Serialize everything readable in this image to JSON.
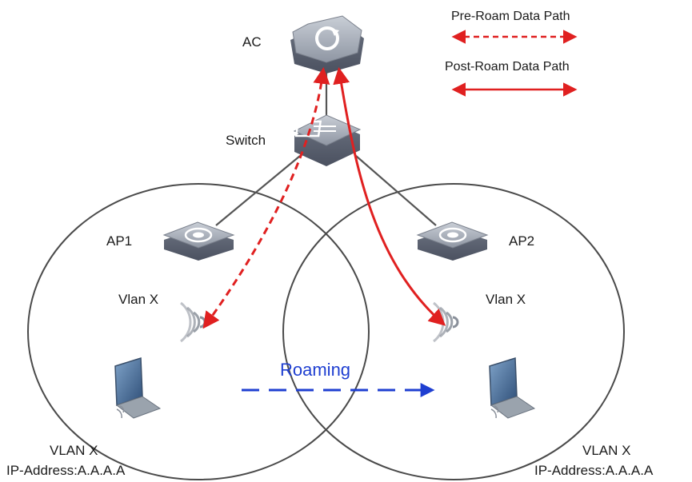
{
  "legend": {
    "pre_roam": "Pre-Roam Data Path",
    "post_roam": "Post-Roam Data Path",
    "pre_roam_color": "#e02020",
    "post_roam_color": "#e02020"
  },
  "nodes": {
    "ac": "AC",
    "switch": "Switch",
    "ap1": "AP1",
    "ap2": "AP2",
    "vlan_left": "Vlan X",
    "vlan_right": "Vlan X"
  },
  "roaming": {
    "label": "Roaming",
    "color": "#1f3fd1"
  },
  "clients": {
    "left": {
      "vlan": "VLAN X",
      "ip": "IP-Address:A.A.A.A"
    },
    "right": {
      "vlan": "VLAN X",
      "ip": "IP-Address:A.A.A.A"
    }
  },
  "icons": {
    "ac": "controller-icon",
    "switch": "switch-icon",
    "ap": "access-point-icon",
    "signal": "wifi-signal-icon",
    "client": "laptop-icon"
  }
}
